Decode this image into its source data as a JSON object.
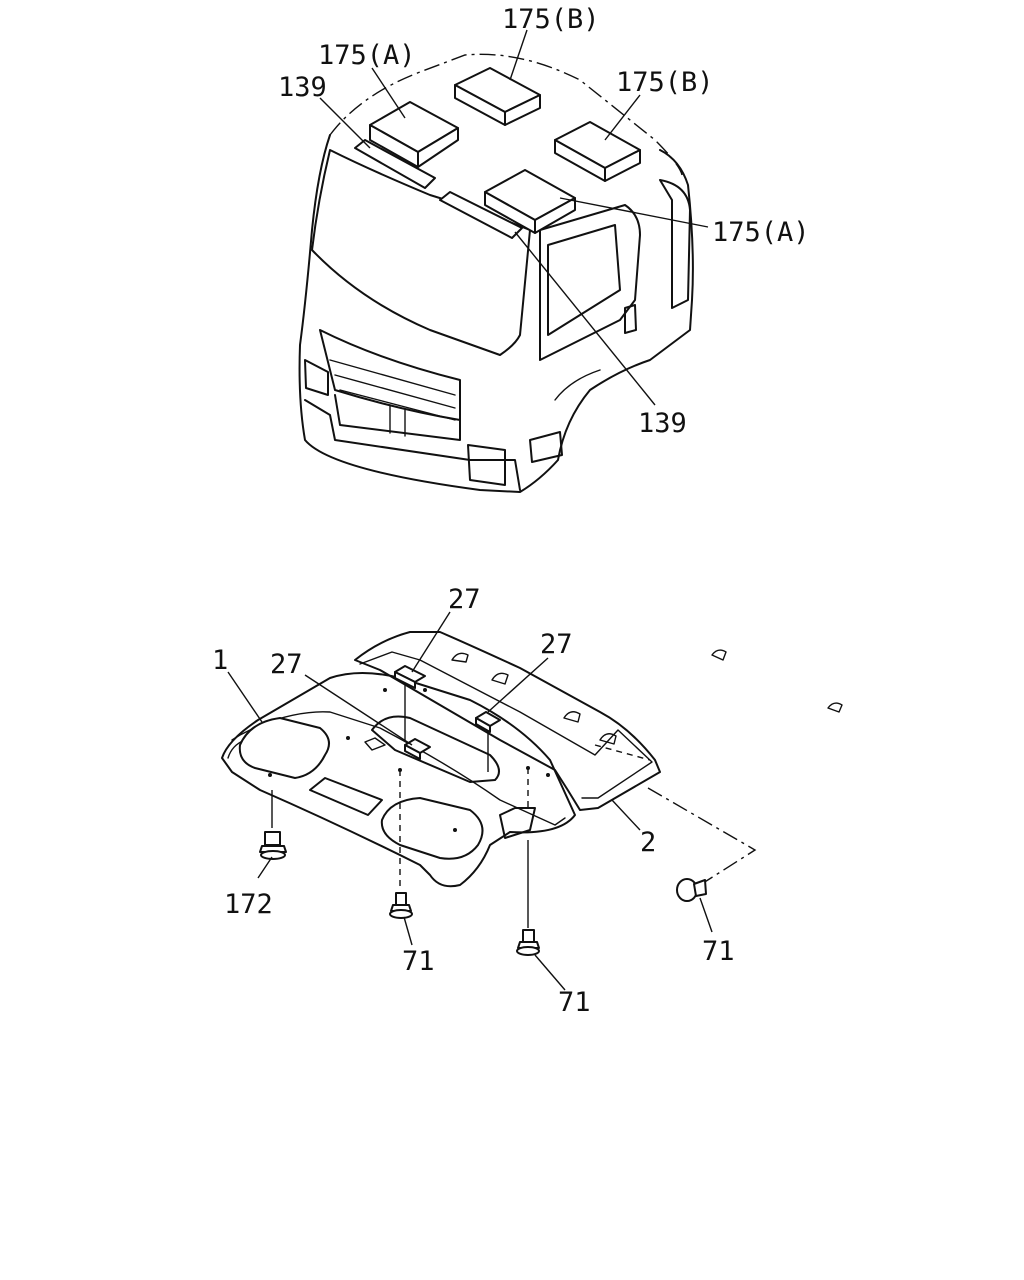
{
  "diagram": {
    "callouts": {
      "top_175B_top": "175(B)",
      "top_175A_left": "175(A)",
      "top_139_left": "139",
      "top_175B_right": "175(B)",
      "top_175A_right": "175(A)",
      "top_139_bottom": "139",
      "bot_27_top": "27",
      "bot_27_right": "27",
      "bot_27_left": "27",
      "bot_1": "1",
      "bot_2": "2",
      "bot_172": "172",
      "bot_71_a": "71",
      "bot_71_b": "71",
      "bot_71_c": "71"
    }
  }
}
